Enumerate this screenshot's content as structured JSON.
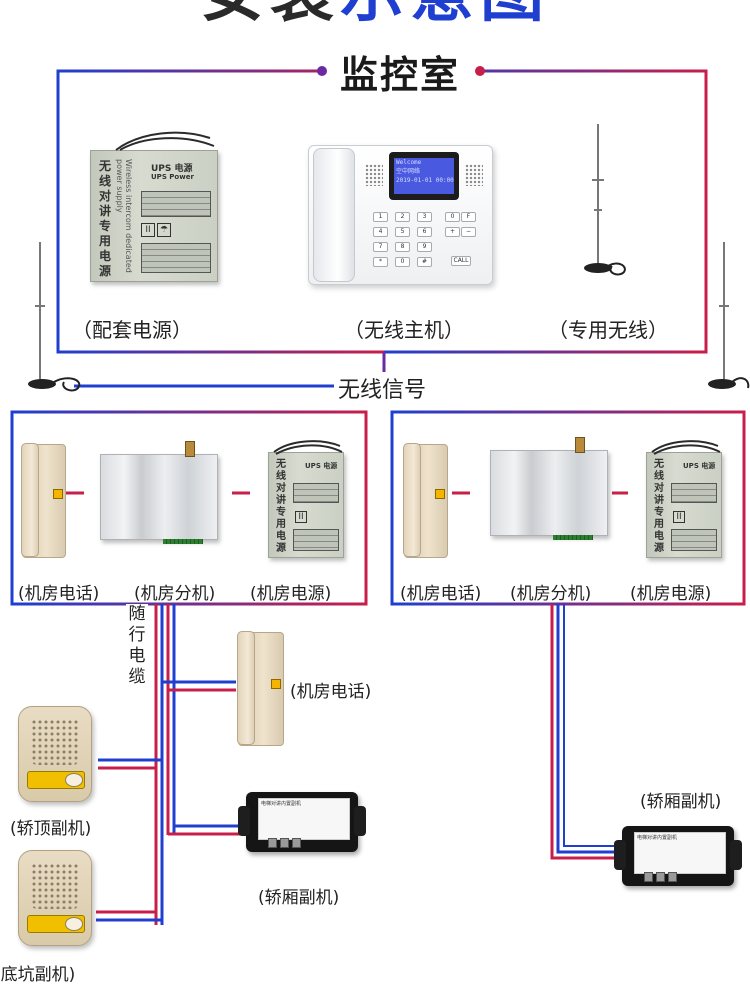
{
  "header": {
    "title_dark": "安装",
    "title_blue": "示意图",
    "room_title": "监控室"
  },
  "labels": {
    "ups_power": "（配套电源）",
    "main_host": "（无线主机）",
    "antenna": "（专用无线）",
    "wireless_signal": "无线信号",
    "vertical_cable": "随行电缆",
    "left_group": {
      "phone": "(机房电话)",
      "extension": "(机房分机)",
      "power": "(机房电源)"
    },
    "right_group": {
      "phone": "(机房电话)",
      "extension": "(机房分机)",
      "power": "(机房电源)"
    },
    "room_phone_single": "(机房电话)",
    "car_top": "(轿顶副机)",
    "car_cab_left": "(轿厢副机)",
    "car_cab_right": "(轿厢副机)",
    "pit": "(底坑副机)"
  },
  "device_text": {
    "ups_vertical": "无线对讲专用电源",
    "ups_brand": "UPS 电源",
    "ups_sub": "UPS Power",
    "ups_en": "Wireless intercom dedicated power supply",
    "screen_line1": "Welcome",
    "screen_line2": "空中网络",
    "screen_line3": "2019-01-01 00:00",
    "keys": [
      "1",
      "2",
      "3",
      "0",
      "F",
      "4",
      "5",
      "6",
      "+",
      "−",
      "7",
      "8",
      "9",
      "*",
      "0",
      "#",
      "CALL"
    ],
    "car_unit_title": "电梯对讲内置副机"
  },
  "colors": {
    "blue": "#1f3fd0",
    "red": "#c81e4a",
    "purple": "#6a2aa0"
  }
}
